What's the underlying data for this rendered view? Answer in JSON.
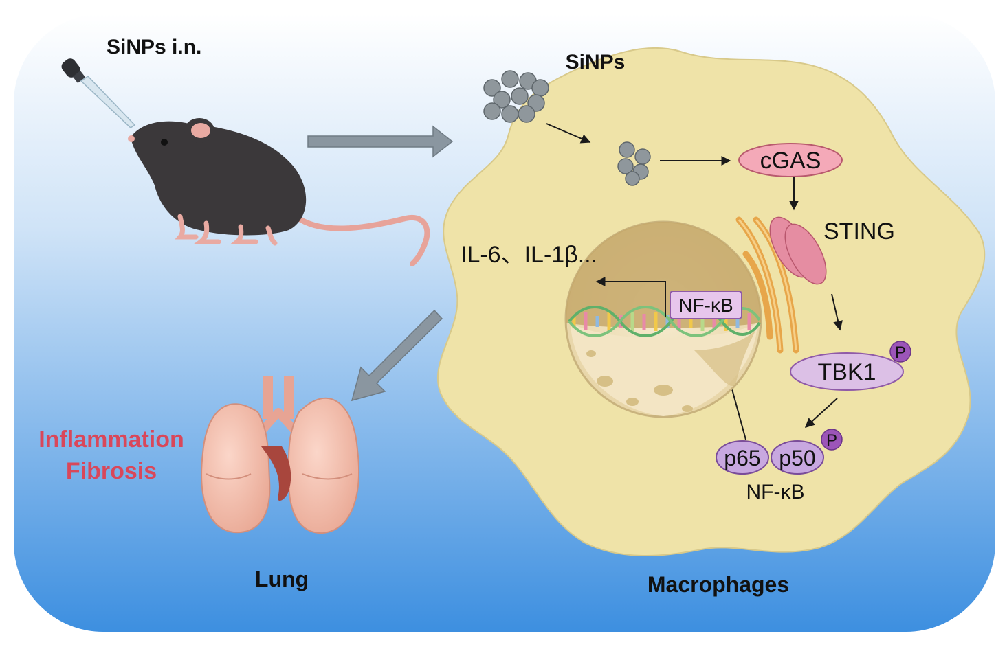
{
  "labels": {
    "sinps_in": "SiNPs i.n.",
    "sinps": "SiNPs",
    "cgas": "cGAS",
    "sting": "STING",
    "cytokines": "IL-6、IL-1β...",
    "nfkb_nuclear": "NF-κB",
    "tbk1": "TBK1",
    "phospho_tbk1": "P",
    "p65": "p65",
    "p50": "p50",
    "phospho_p50": "P",
    "nfkb_complex": "NF-κB",
    "inflammation": "Inflammation",
    "fibrosis": "Fibrosis",
    "lung": "Lung",
    "macrophages": "Macrophages"
  },
  "colors": {
    "background_top": "#ffffff",
    "background_bottom": "#3d8fe0",
    "cell_fill": "#efe3a8",
    "cgas_fill": "#f4a9b8",
    "tbk1_fill": "#dcc0e6",
    "disease_text": "#d9475a",
    "block_arrow": "#8a96a0",
    "particle": "#8f979c"
  },
  "icons": {
    "mouse": "mouse-illustration",
    "dropper": "dropper-icon",
    "lung": "lung-illustration",
    "golgi": "golgi-er-icon",
    "dna": "dna-helix-icon"
  }
}
